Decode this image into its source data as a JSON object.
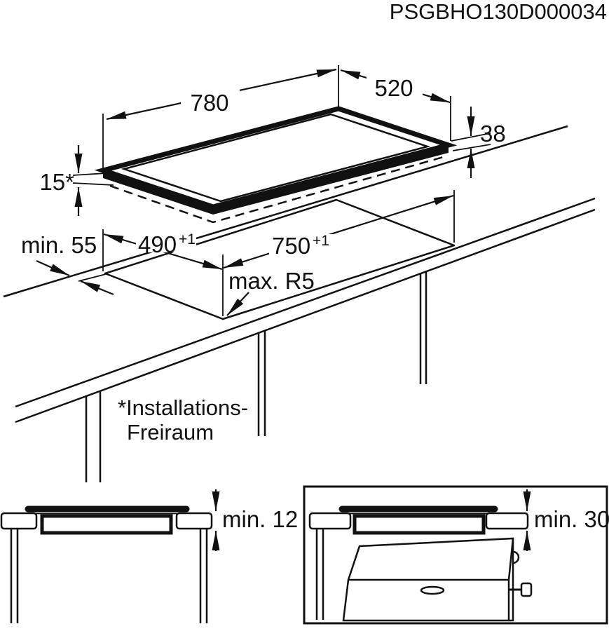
{
  "title": "PSGBHO130D000034",
  "main_view": {
    "hob_width": "780",
    "hob_depth": "520",
    "hob_height": "38",
    "clearance": "15*",
    "rear_distance": "min. 55",
    "cutout_depth": "490",
    "cutout_depth_sup": "+1",
    "cutout_width": "750",
    "cutout_width_sup": "+1",
    "corner_radius": "max. R5",
    "footnote_line1": "*Installations-",
    "footnote_line2": "Freiraum"
  },
  "detail_views": {
    "worktop_thickness": "min. 12",
    "oven_clearance": "min. 30"
  },
  "colors": {
    "ink": "#111111",
    "paper": "#ffffff"
  }
}
